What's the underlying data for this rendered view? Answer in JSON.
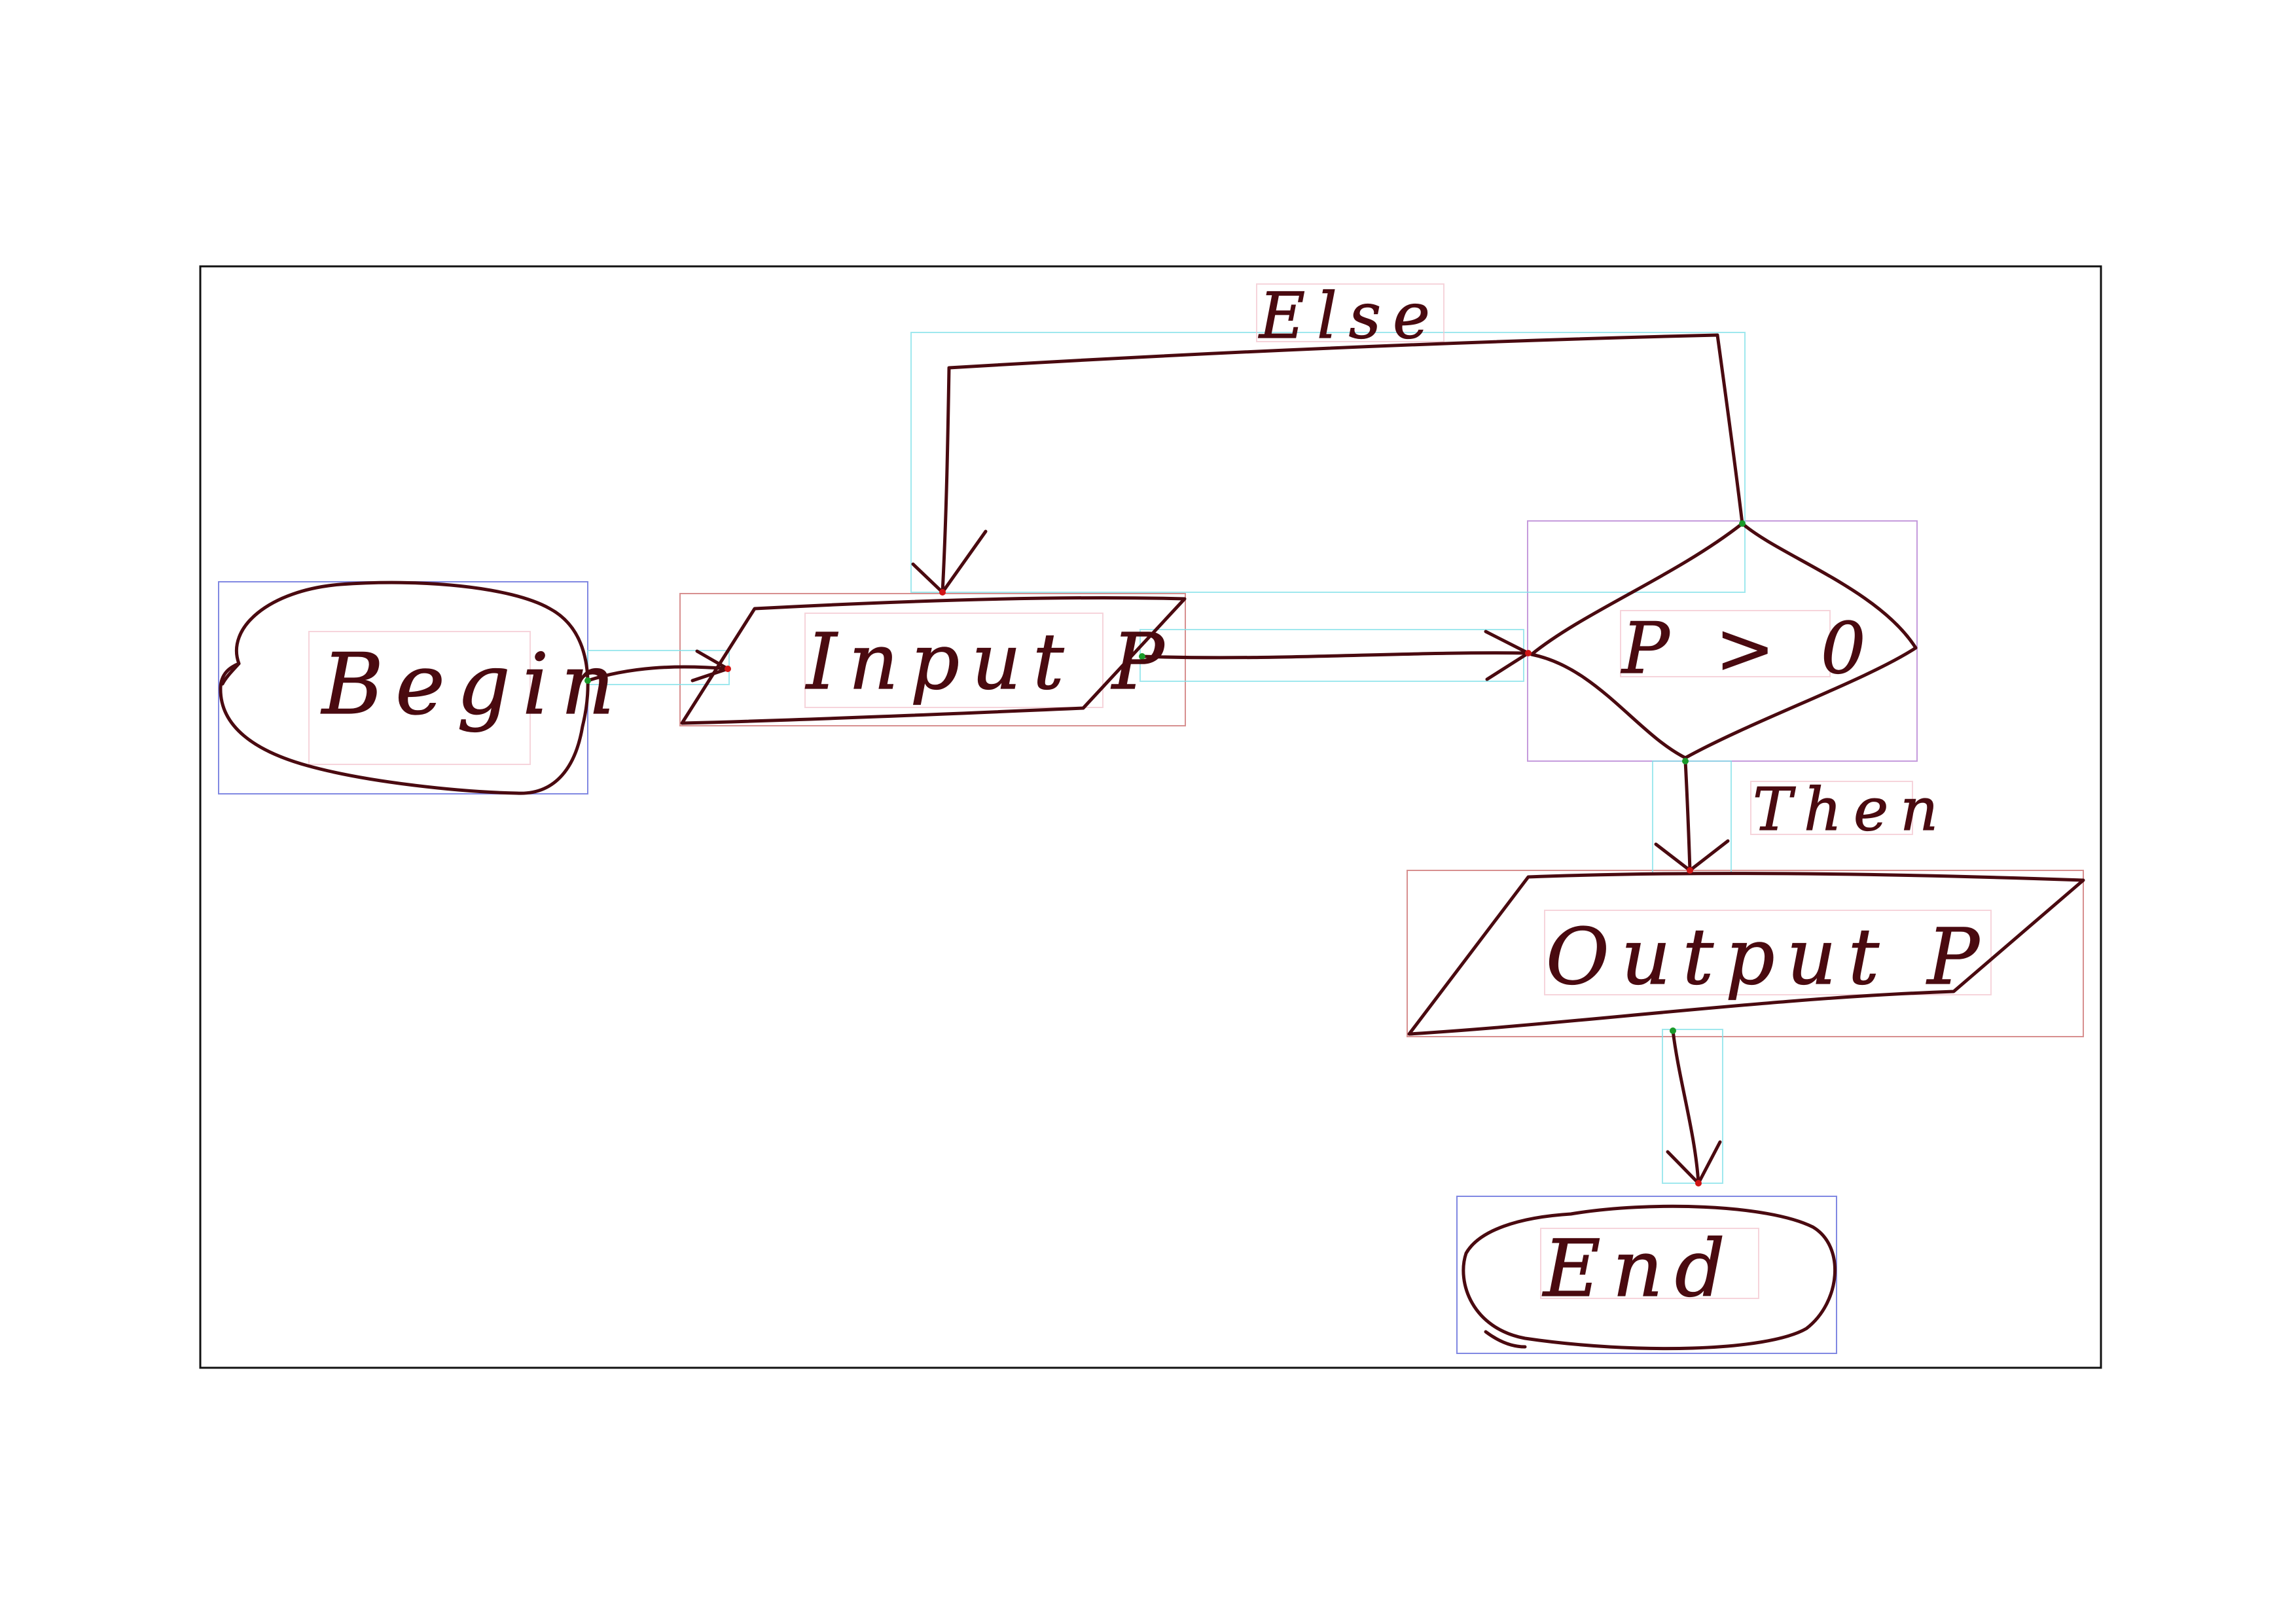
{
  "diagram": {
    "type": "flowchart",
    "style": "hand-drawn",
    "ink_color": "#4a0a10",
    "nodes": [
      {
        "id": "begin",
        "shape": "terminator",
        "label": "Begin"
      },
      {
        "id": "input",
        "shape": "data-io",
        "label": "Input P"
      },
      {
        "id": "decision",
        "shape": "decision",
        "label": "P > 0"
      },
      {
        "id": "output",
        "shape": "data-io",
        "label": "Output P"
      },
      {
        "id": "end",
        "shape": "terminator",
        "label": "End"
      }
    ],
    "edges": [
      {
        "from": "begin",
        "to": "input",
        "label": ""
      },
      {
        "from": "input",
        "to": "decision",
        "label": ""
      },
      {
        "from": "decision",
        "to": "input",
        "label": "Else"
      },
      {
        "from": "decision",
        "to": "output",
        "label": "Then"
      },
      {
        "from": "output",
        "to": "end",
        "label": ""
      }
    ]
  },
  "annotation_colors": {
    "terminator_box": "#5560d8",
    "io_box": "#c96a6a",
    "decision_box": "#b27ad0",
    "arrow_box": "#7fe0e8",
    "text_box": "#f3c6cf",
    "arrow_head_point": "#d01515",
    "arrow_tail_point": "#1a9a2a"
  }
}
